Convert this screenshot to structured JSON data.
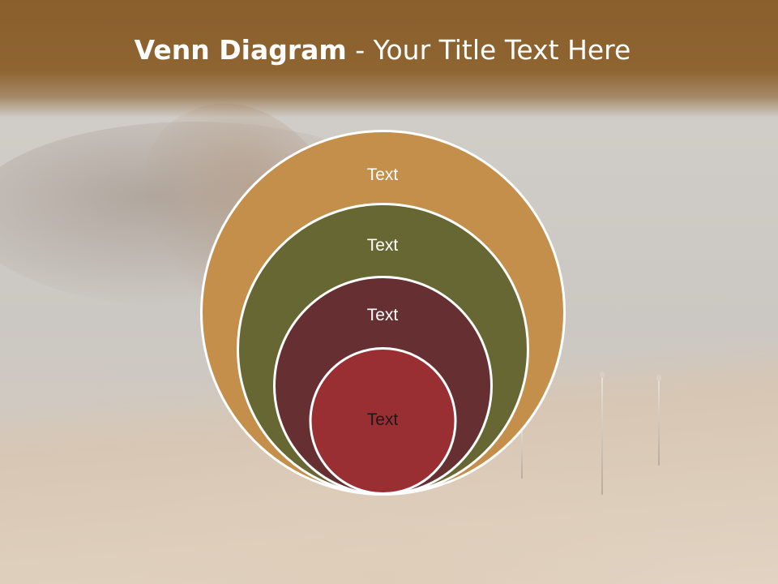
{
  "slide": {
    "title_bold": "Venn Diagram",
    "title_rest": " - Your Title Text Here"
  },
  "diagram": {
    "rings": [
      {
        "label": "Text",
        "fill": "#c48e4b",
        "text_color": "#ffffff"
      },
      {
        "label": "Text",
        "fill": "#676733",
        "text_color": "#ffffff"
      },
      {
        "label": "Text",
        "fill": "#662f31",
        "text_color": "#ffffff"
      },
      {
        "label": "Text",
        "fill": "#9a2f33",
        "text_color": "#1a1a1a"
      }
    ],
    "stroke": "#ffffff"
  },
  "colors": {
    "header": "#8a5f2c",
    "background": "#cfcac4"
  }
}
